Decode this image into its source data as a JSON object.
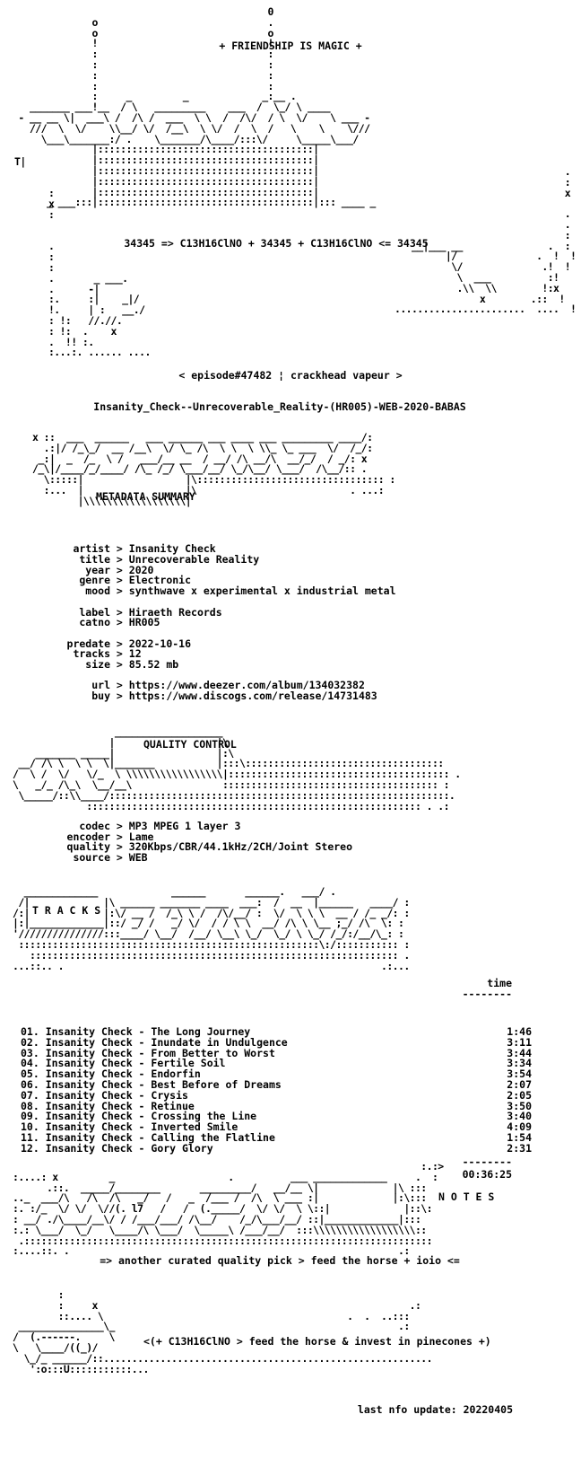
{
  "header": {
    "tagline": "+ FRIENDSHIP IS MAGIC +",
    "formula": "34345 => C13H16ClNO + 34345 + C13H16ClNO <= 34345",
    "episode": "< episode#47482 ¦ crackhead vapeur >",
    "release": "Insanity_Check--Unrecoverable_Reality-(HR005)-WEB-2020-BABAS"
  },
  "metadata": {
    "heading": "METADATA SUMMARY",
    "rows": [
      {
        "key": "artist",
        "value": "Insanity Check"
      },
      {
        "key": "title",
        "value": "Unrecoverable Reality"
      },
      {
        "key": "year",
        "value": "2020"
      },
      {
        "key": "genre",
        "value": "Electronic"
      },
      {
        "key": "mood",
        "value": "synthwave x experimental x industrial metal"
      },
      {
        "key": "label",
        "value": "Hiraeth Records"
      },
      {
        "key": "catno",
        "value": "HR005"
      },
      {
        "key": "predate",
        "value": "2022-10-16"
      },
      {
        "key": "tracks",
        "value": "12"
      },
      {
        "key": "size",
        "value": "85.52 mb"
      },
      {
        "key": "url",
        "value": "https://www.deezer.com/album/134032382"
      },
      {
        "key": "buy",
        "value": "https://www.discogs.com/release/14731483"
      }
    ]
  },
  "quality": {
    "heading": "QUALITY CONTROL",
    "rows": [
      {
        "key": "codec",
        "value": "MP3 MPEG 1 layer 3"
      },
      {
        "key": "encoder",
        "value": "Lame"
      },
      {
        "key": "quality",
        "value": "320Kbps/CBR/44.1kHz/2CH/Joint Stereo"
      },
      {
        "key": "source",
        "value": "WEB"
      }
    ]
  },
  "tracks": {
    "heading": "T R A C K S",
    "time_header": "time",
    "rule": "--------",
    "list": [
      {
        "title": "01. Insanity Check - The Long Journey",
        "time": "1:46"
      },
      {
        "title": "02. Insanity Check - Inundate in Undulgence",
        "time": "3:11"
      },
      {
        "title": "03. Insanity Check - From Better to Worst",
        "time": "3:44"
      },
      {
        "title": "04. Insanity Check - Fertile Soil",
        "time": "3:34"
      },
      {
        "title": "05. Insanity Check - Endorfin",
        "time": "3:54"
      },
      {
        "title": "06. Insanity Check - Best Before of Dreams",
        "time": "2:07"
      },
      {
        "title": "07. Insanity Check - Crysis",
        "time": "2:05"
      },
      {
        "title": "08. Insanity Check - Retinue",
        "time": "3:50"
      },
      {
        "title": "09. Insanity Check - Crossing the Line",
        "time": "3:40"
      },
      {
        "title": "10. Insanity Check - Inverted Smile",
        "time": "4:09"
      },
      {
        "title": "11. Insanity Check - Calling the Flatline",
        "time": "1:54"
      },
      {
        "title": "12. Insanity Check - Gory Glory",
        "time": "2:31"
      }
    ],
    "total": "00:36:25"
  },
  "notes": {
    "heading": "N O T E S",
    "line": "=> another curated quality pick > feed the horse + ioio <="
  },
  "footer": {
    "slogan": "<(+ C13H16ClNO > feed the horse & invest in pinecones +)",
    "last_update": "last nfo update: 20220405"
  }
}
